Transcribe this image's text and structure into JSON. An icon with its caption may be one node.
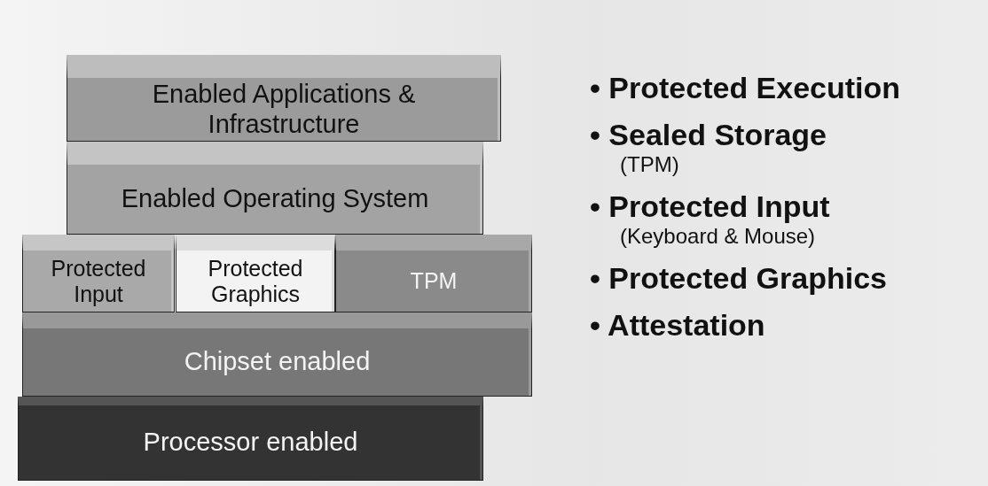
{
  "diagram": {
    "nodes": [
      {
        "text": [
          "Enabled Applications & Infrastructure"
        ]
      },
      {
        "text": [
          "Enabled Operating System"
        ]
      },
      {
        "text": [
          "Protected Input"
        ]
      },
      {
        "text": [
          "Protected Graphics"
        ]
      },
      {
        "text": [
          "TPM"
        ]
      },
      {
        "text": [
          "Chipset enabled"
        ]
      },
      {
        "text": [
          "Processor enabled"
        ]
      }
    ],
    "labels": [
      "• Protected Execution",
      "• Sealed Storage",
      "(TPM)",
      "• Protected Input",
      "(Keyboard & Mouse)",
      "• Protected Graphics",
      "• Attestation"
    ]
  }
}
